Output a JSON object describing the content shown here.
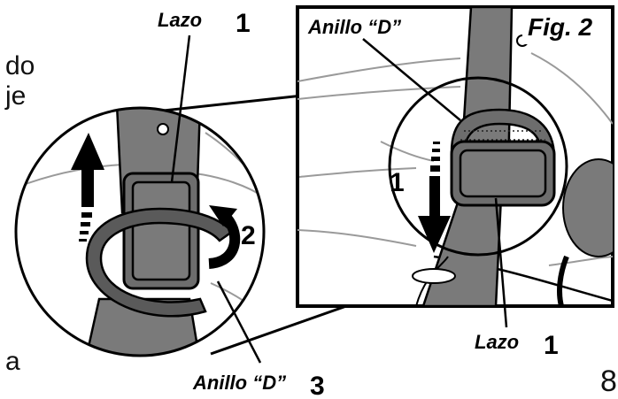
{
  "fig_label": "Fig. 2",
  "labels": {
    "lazo_top": "Lazo",
    "lazo_top_num": "1",
    "anillo_d_top": "Anillo “D”",
    "step_1_right": "1",
    "step_2_left": "2",
    "anillo_d_bottom": "Anillo “D”",
    "anillo_d_bottom_num": "3",
    "lazo_bottom": "Lazo",
    "lazo_bottom_num": "1"
  },
  "cropped_text": {
    "line1": "do",
    "line2": "je",
    "line3": "a",
    "page_number": "8"
  },
  "colors": {
    "strap": "#7a7a7a",
    "strap_dark": "#5e5e5e",
    "ring": "#555555",
    "outline": "#000000",
    "background": "#ffffff",
    "seat_line": "#9a9a9a"
  }
}
